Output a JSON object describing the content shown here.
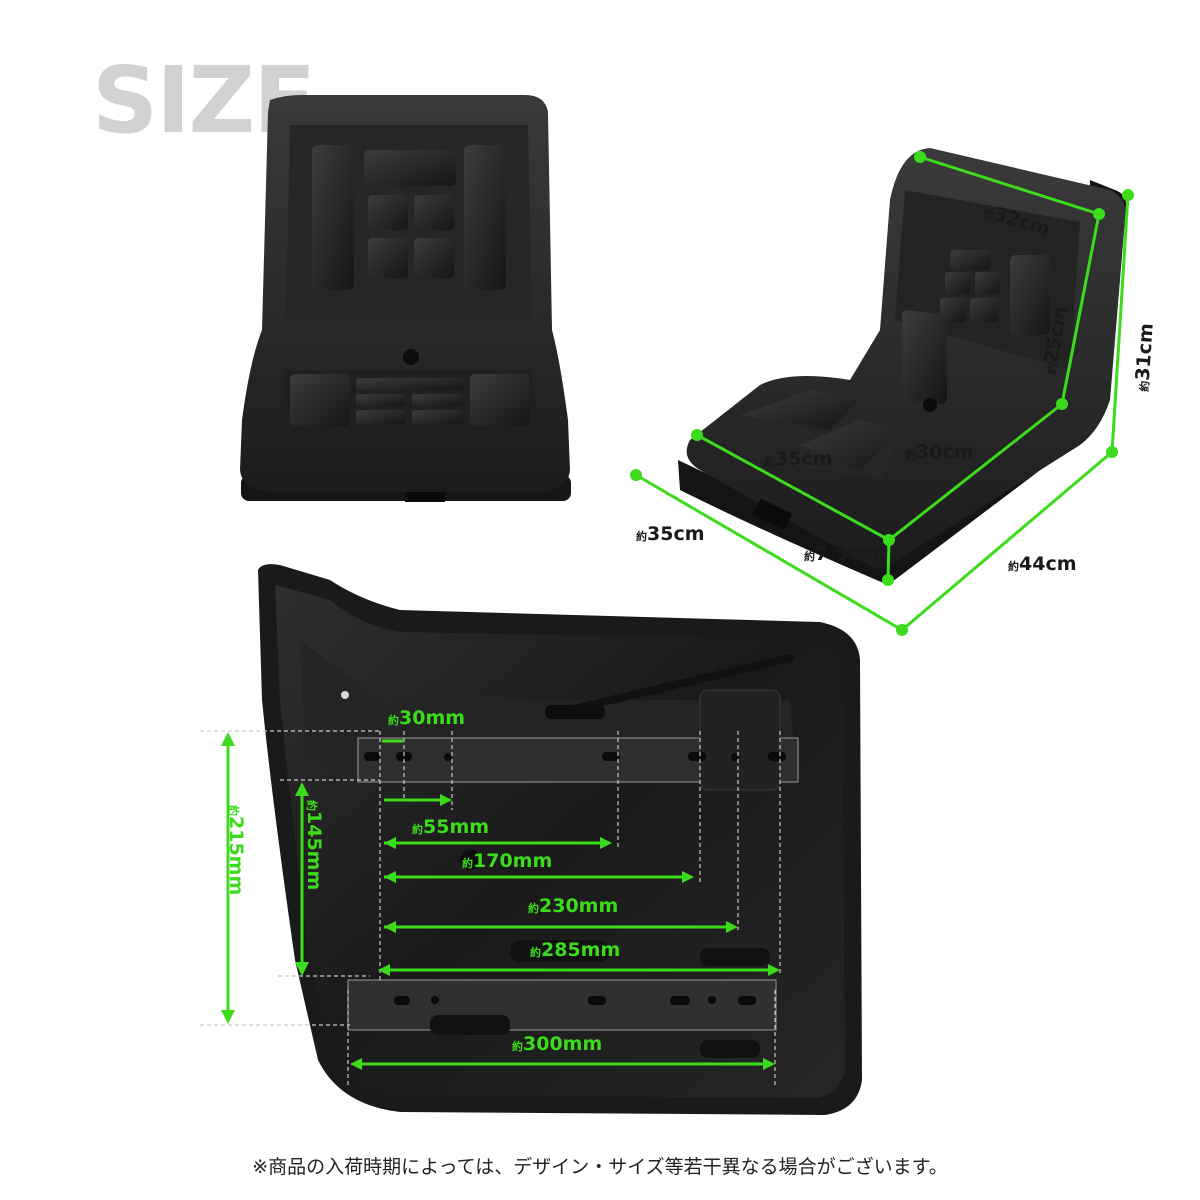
{
  "heading": "SIZE",
  "prefix": "約",
  "seat_dims": {
    "back_width": "32cm",
    "back_height": "25cm",
    "total_height": "31cm",
    "seat_depth": "35cm",
    "seat_width": "30cm",
    "base_depth": "35cm",
    "thickness": "7.5cm",
    "base_width": "44cm"
  },
  "bracket_dims": {
    "d30": "30mm",
    "d55": "55mm",
    "d170": "170mm",
    "d230": "230mm",
    "d285": "285mm",
    "d300": "300mm",
    "d215": "215mm",
    "d145": "145mm"
  },
  "colors": {
    "accent": "#3cdc1c",
    "seat": "#2a2a2a"
  },
  "note": "※商品の入荷時期によっては、デザイン・サイズ等若干異なる場合がございます。"
}
